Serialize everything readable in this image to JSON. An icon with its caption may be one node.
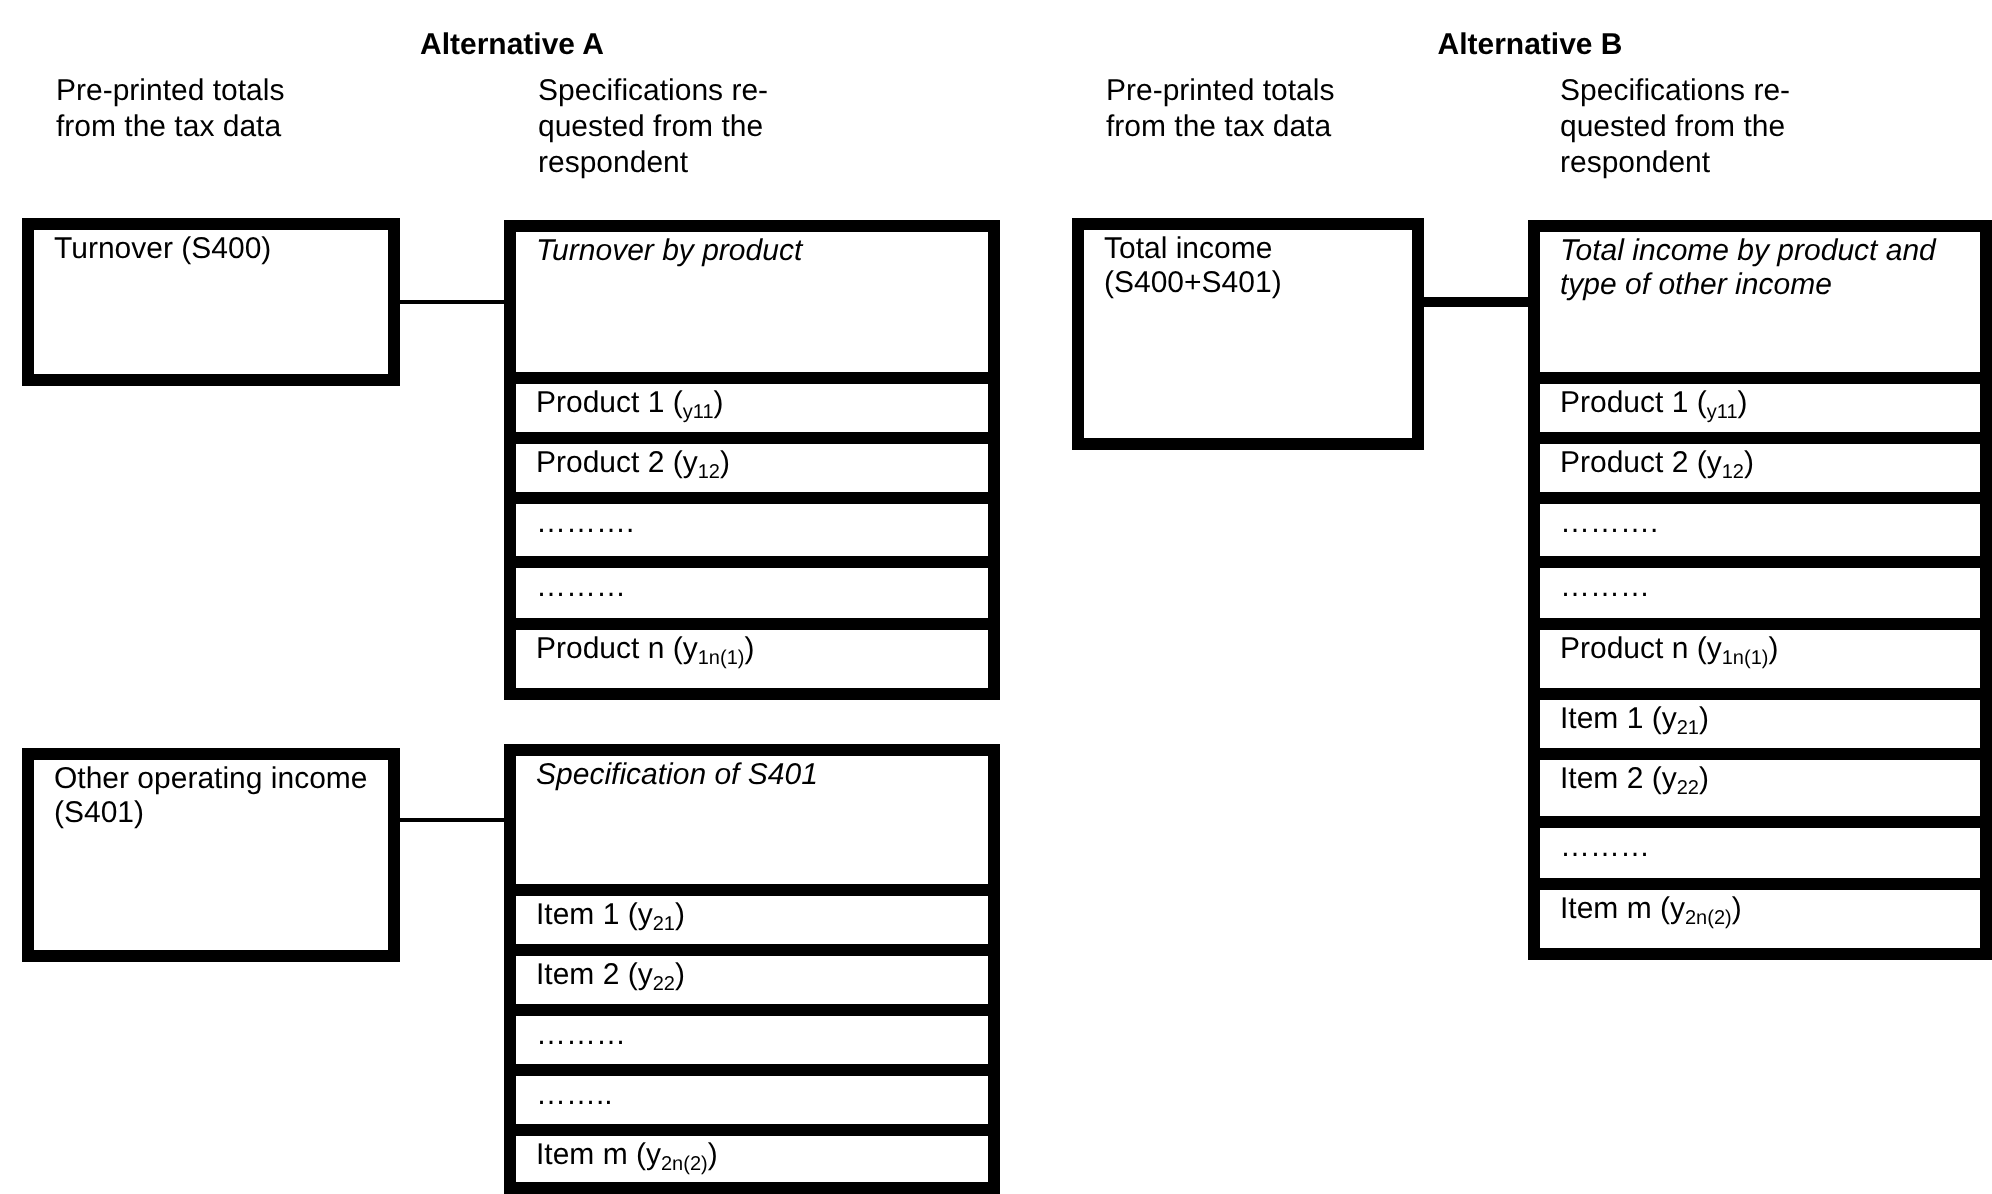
{
  "diagram": {
    "nodes": [
      {
        "text": [
          "Turnover (S400)"
        ]
      },
      {
        "text": [
          "Turnover by product"
        ]
      },
      {
        "text": [
          "Product 1 ($_{y11}$)"
        ]
      },
      {
        "text": [
          "Product 2 (y$_{12}$)"
        ]
      },
      {
        "text": [
          "………."
        ]
      },
      {
        "text": [
          "………"
        ]
      },
      {
        "text": [
          "Product n (y$_{1n(1)}$)"
        ]
      },
      {
        "text": [
          "Other operating income (S401)"
        ]
      },
      {
        "text": [
          "Specification of S401"
        ]
      },
      {
        "text": [
          "Item 1 (y$_{21}$)"
        ]
      },
      {
        "text": [
          "Item 2 (y$_{22}$)"
        ]
      },
      {
        "text": [
          "………"
        ]
      },
      {
        "text": [
          "…….."
        ]
      },
      {
        "text": [
          "Item m (y$_{2n(2)}$)"
        ]
      },
      {
        "text": [
          "Total income (S400+S401)"
        ]
      },
      {
        "text": [
          "Total income by product and type of other income"
        ]
      },
      {
        "text": [
          "Product 1 ($_{y11}$)"
        ]
      },
      {
        "text": [
          "Product 2 (y$_{12}$)"
        ]
      },
      {
        "text": [
          "………."
        ]
      },
      {
        "text": [
          "………"
        ]
      },
      {
        "text": [
          "Product n (y$_{1n(1)}$)"
        ]
      },
      {
        "text": [
          "Item 1 (y$_{21}$)"
        ]
      },
      {
        "text": [
          "Item 2 (y$_{22}$)"
        ]
      },
      {
        "text": [
          "………"
        ]
      },
      {
        "text": [
          "Item m (y$_{2n(2)}$)"
        ]
      }
    ],
    "edges": [
      {
        "from": 0,
        "to": 1,
        "arrow": "none"
      },
      {
        "from": 7,
        "to": 8,
        "arrow": "none"
      },
      {
        "from": 14,
        "to": 15,
        "arrow": "none",
        "style": "thick"
      }
    ],
    "labels": [
      "Alternative A",
      "Pre-printed totals from the tax data",
      "Specifications re- quested from the respondent",
      "Alternative B",
      "Pre-printed totals from the tax data",
      "Specifications re- quested from the respondent"
    ]
  }
}
